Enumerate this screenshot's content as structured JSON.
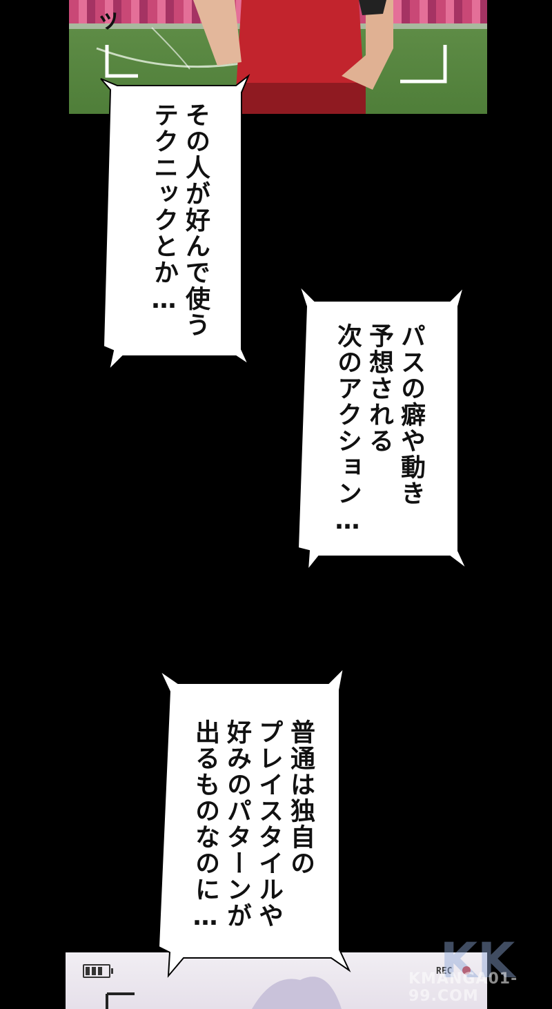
{
  "sfx": "ッ",
  "bubbles": [
    {
      "lines": [
        "その人が好んで使う",
        "テクニックとか…"
      ]
    },
    {
      "lines": [
        "パスの癖や動き",
        "予想される",
        "次のアクション…"
      ]
    },
    {
      "lines": [
        "普通は独自の",
        "プレイスタイルや",
        "好みのパターンが",
        "出るものなのに…"
      ]
    }
  ],
  "camera": {
    "rec_label": "REC"
  },
  "watermark": {
    "site": "KMANGA01-99.COM"
  },
  "colors": {
    "background": "#000000",
    "bubble": "#ffffff",
    "ink": "#111111",
    "rec": "#d42a2a"
  }
}
